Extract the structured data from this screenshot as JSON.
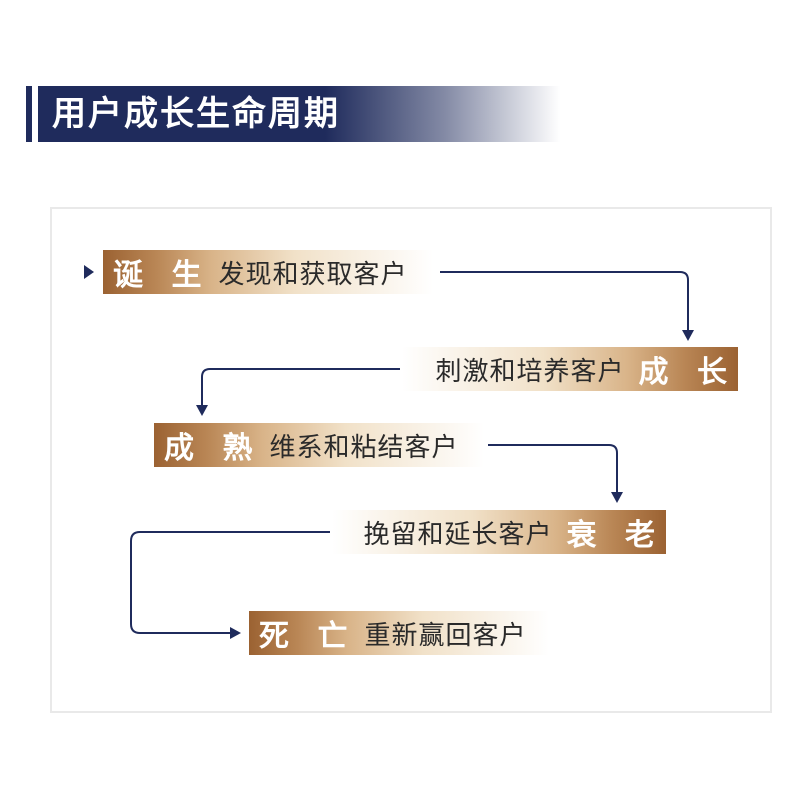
{
  "title": "用户成长生命周期",
  "stages": [
    {
      "name": "诞 生",
      "desc": "发现和获取客户"
    },
    {
      "name": "成 长",
      "desc": "刺激和培养客户"
    },
    {
      "name": "成 熟",
      "desc": "维系和粘结客户"
    },
    {
      "name": "衰 老",
      "desc": "挽留和延长客户"
    },
    {
      "name": "死 亡",
      "desc": "重新赢回客户"
    }
  ],
  "colors": {
    "navy": "#1f2b5c",
    "bronze": "#9b6232",
    "gold_light": "#f1e1c8"
  }
}
